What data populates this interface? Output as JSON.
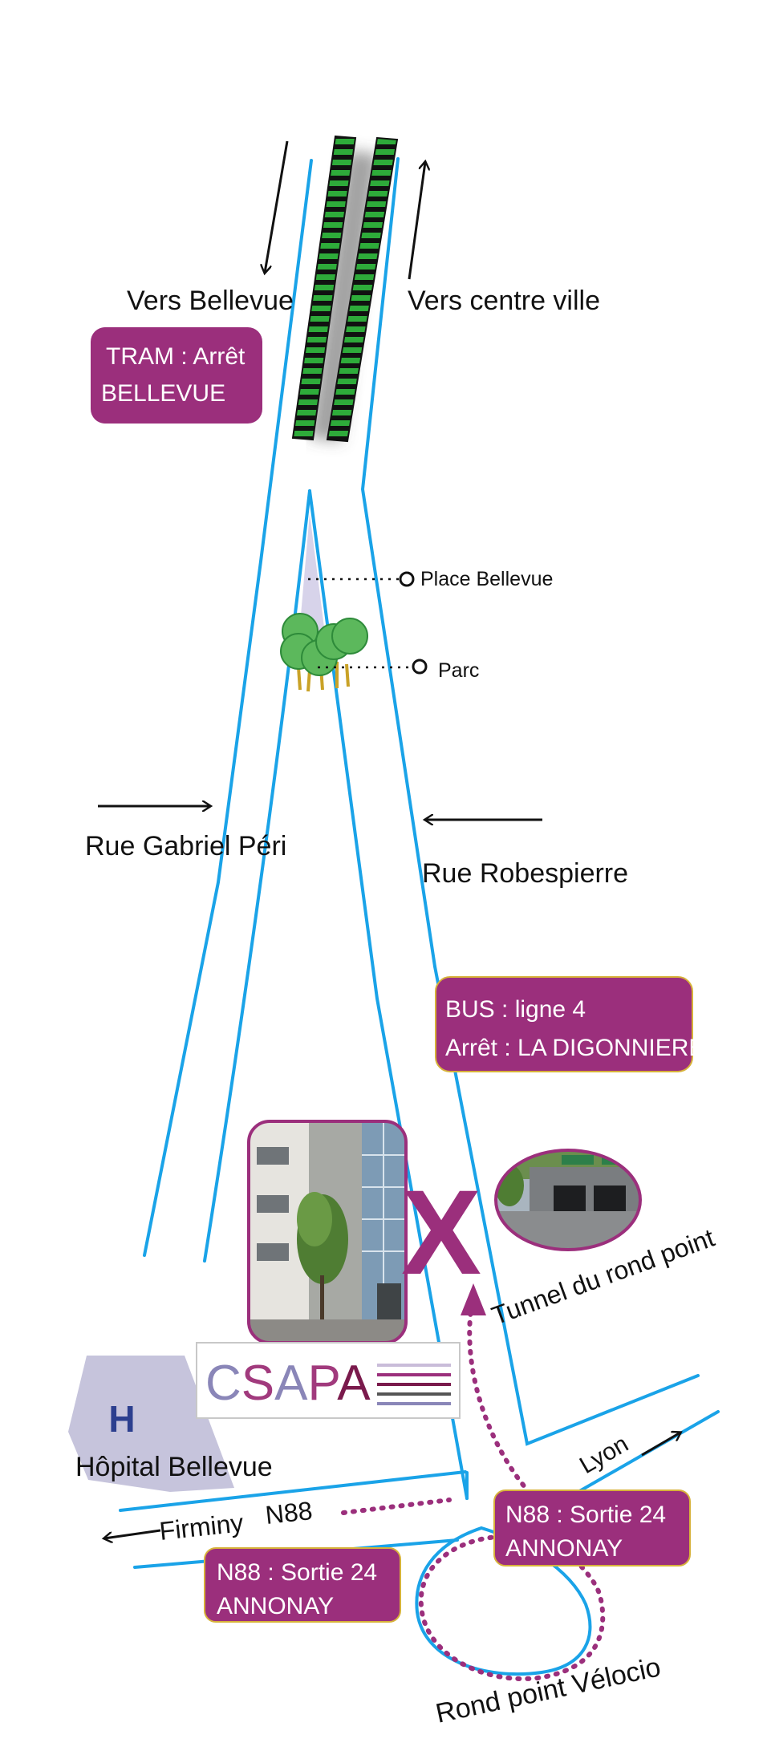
{
  "colors": {
    "road": "#1aa3e8",
    "tram_green": "#2eab3a",
    "badge_fill": "#9b2f7c",
    "badge_border": "#d7b23a",
    "hospital_fill": "#c6c4dc",
    "hospital_h": "#2c3f8f",
    "tree": "#5cb85c",
    "csapa_c": "#8a86b8",
    "csapa_s": "#a13a7d",
    "csapa_a": "#8a86b8",
    "csapa_p": "#a13a7d",
    "csapa_a2": "#7a1a4c"
  },
  "labels": {
    "vers_bellevue": "Vers Bellevue",
    "vers_centre_ville": "Vers centre  ville",
    "place_bellevue": "Place Bellevue",
    "parc": "Parc",
    "rue_gabriel_peri": "Rue Gabriel Péri",
    "rue_robespierre": "Rue Robespierre",
    "tunnel": "Tunnel du rond point",
    "lyon": "Lyon",
    "firminy": "Firminy",
    "n88": "N88",
    "rond_point": "Rond point Vélocio",
    "hopital": "Hôpital Bellevue",
    "hospital_symbol": "H",
    "tunnel_marker": "X"
  },
  "badges": {
    "tram": {
      "line1": "TRAM : Arrêt",
      "line2": "BELLEVUE"
    },
    "bus": {
      "line1": "BUS : ligne 4",
      "line2": " Arrêt : LA DIGONNIERE"
    },
    "n88_right": {
      "line1": "N88 : Sortie  24",
      "line2": "ANNONAY"
    },
    "n88_left": {
      "line1": "N88 : Sortie  24",
      "line2": "ANNONAY"
    }
  },
  "csapa": {
    "c": "C",
    "s": "S",
    "a": "A",
    "p": "P",
    "a2": "A"
  },
  "photos": {
    "building": "building-photo",
    "tunnel": "tunnel-photo"
  },
  "icons": [
    "arrow-down-icon",
    "arrow-up-icon",
    "arrow-right-icon",
    "arrow-left-icon",
    "hospital-icon",
    "tree-icon",
    "location-marker-icon"
  ]
}
